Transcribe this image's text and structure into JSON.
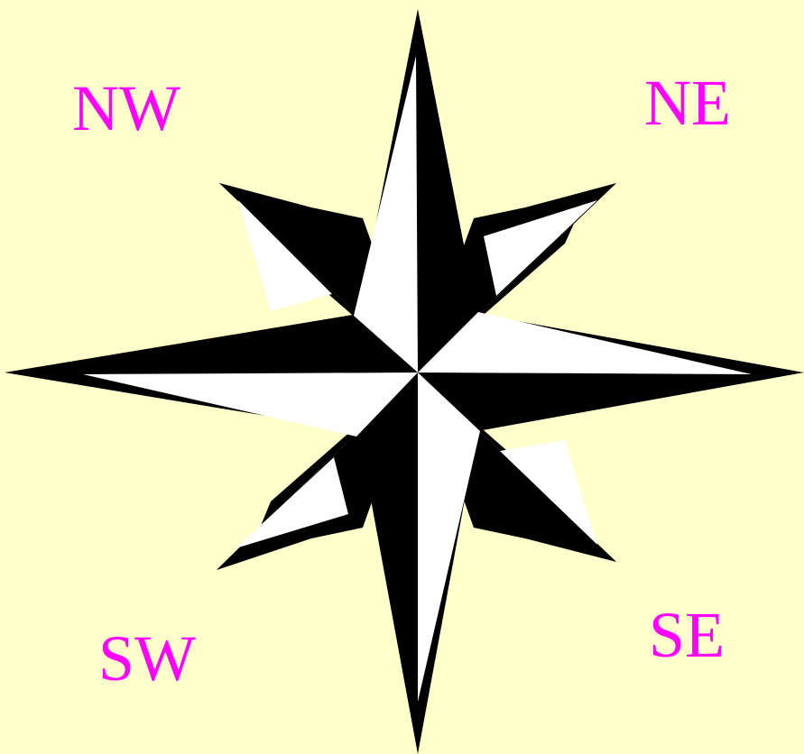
{
  "colors": {
    "background": "#ffffcc",
    "label": "#ff00ff",
    "outline": "#000000",
    "light_face": "#ffffff",
    "dark_face": "#000000"
  },
  "labels": {
    "nw": "NW",
    "ne": "NE",
    "sw": "SW",
    "se": "SE"
  },
  "icon": "compass-rose-icon"
}
